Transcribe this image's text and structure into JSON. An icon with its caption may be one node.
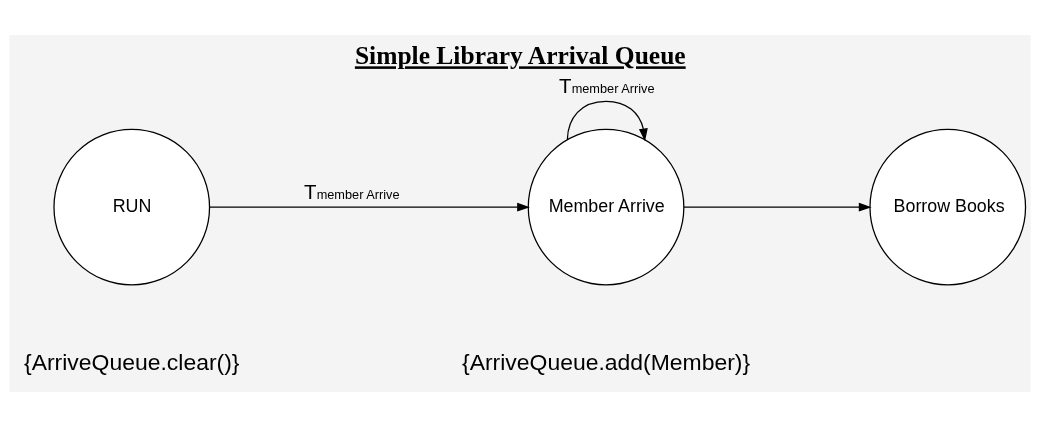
{
  "diagram": {
    "title": "Simple Library Arrival Queue",
    "nodes": [
      {
        "text": [
          "RUN"
        ],
        "beside": [
          "{ArriveQueue.clear()}"
        ]
      },
      {
        "text": [
          "Member Arrive"
        ],
        "beside": [
          "{ArriveQueue.add(Member)}"
        ]
      },
      {
        "text": [
          "Borrow Books"
        ]
      }
    ],
    "edges": [
      {
        "from": 0,
        "to": 1,
        "arrow": "to",
        "label": "T$_{member Arrive}$"
      },
      {
        "from": 1,
        "to": 1,
        "arrow": "to",
        "label": "T$_{member Arrive}$"
      },
      {
        "from": 1,
        "to": 2,
        "arrow": "to"
      }
    ]
  }
}
